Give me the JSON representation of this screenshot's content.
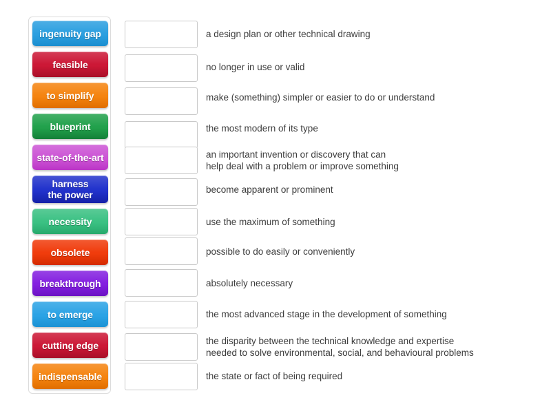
{
  "activity": {
    "type": "match-up",
    "tray_tiles": [
      {
        "label": "ingenuity gap",
        "color": "#2B9FE0",
        "color_bottom": "#1B8ECF"
      },
      {
        "label": "feasible",
        "color": "#CC1836",
        "color_bottom": "#A90F28"
      },
      {
        "label": "to simplify",
        "color": "#F58410",
        "color_bottom": "#E06E00"
      },
      {
        "label": "blueprint",
        "color": "#22A14C",
        "color_bottom": "#148038"
      },
      {
        "label": "state-of-the-art",
        "color": "#CC55D5",
        "color_bottom": "#BB35C6"
      },
      {
        "label": "harness\nthe power",
        "color": "#2233CC",
        "color_bottom": "#1421A8"
      },
      {
        "label": "necessity",
        "color": "#3BC183",
        "color_bottom": "#27A96C"
      },
      {
        "label": "obsolete",
        "color": "#F03C0C",
        "color_bottom": "#D42B00"
      },
      {
        "label": "breakthrough",
        "color": "#8420E0",
        "color_bottom": "#6C12C4"
      },
      {
        "label": "to emerge",
        "color": "#2BA3E5",
        "color_bottom": "#1B92D4"
      },
      {
        "label": "cutting edge",
        "color": "#CC1836",
        "color_bottom": "#A90F28"
      },
      {
        "label": "indispensable",
        "color": "#F58410",
        "color_bottom": "#E06E00"
      }
    ],
    "rows": [
      {
        "drop_placeholder": "",
        "definition": "a design plan or other technical drawing"
      },
      {
        "drop_placeholder": "",
        "definition": "no longer in use or valid"
      },
      {
        "drop_placeholder": "",
        "definition": "make (something) simpler or easier to do or understand"
      },
      {
        "drop_placeholder": "",
        "definition": "the most modern of its type"
      },
      {
        "drop_placeholder": "",
        "definition": "an important invention or discovery that can\nhelp deal with a problem or improve something"
      },
      {
        "drop_placeholder": "",
        "definition": "become apparent or prominent"
      },
      {
        "drop_placeholder": "",
        "definition": "use the maximum of something"
      },
      {
        "drop_placeholder": "",
        "definition": "possible to do easily or conveniently"
      },
      {
        "drop_placeholder": "",
        "definition": "absolutely necessary"
      },
      {
        "drop_placeholder": "",
        "definition": "the most advanced stage in the development of something"
      },
      {
        "drop_placeholder": "",
        "definition": "the disparity between the technical knowledge and expertise\nneeded to solve environmental, social, and behavioural problems"
      },
      {
        "drop_placeholder": "",
        "definition": "the state or fact of being required"
      }
    ],
    "colors": {
      "page_background": "#FFFFFF",
      "tray_border": "#DCDCDC",
      "drop_box_border": "#C9C9C9",
      "definition_text": "#3C3C3C",
      "tile_text": "#FFFFFF"
    },
    "layout": {
      "drop_box_tops": [
        30,
        79,
        127,
        176,
        213,
        259,
        302,
        345,
        391,
        437,
        484,
        527
      ],
      "definition_tops": [
        41,
        89,
        133,
        178,
        216,
        267,
        314,
        357,
        403,
        448,
        487,
        538
      ]
    }
  }
}
